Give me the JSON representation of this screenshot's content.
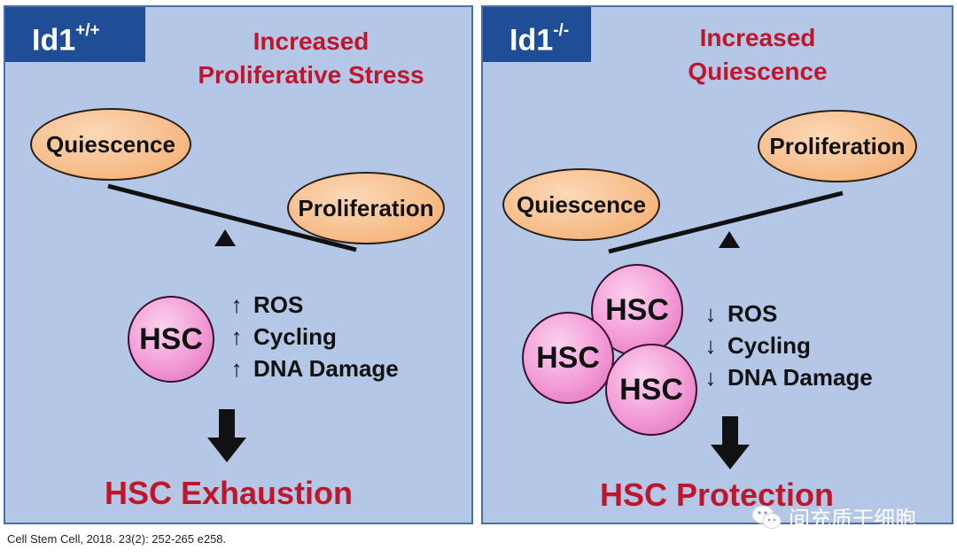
{
  "left": {
    "label_main": "Id1",
    "label_sup": "+/+",
    "heading_line1": "Increased",
    "heading_line2": "Proliferative Stress",
    "oval_left": "Quiescence",
    "oval_right": "Proliferation",
    "hsc": "HSC",
    "effects": [
      {
        "dir": "↑",
        "label": "ROS"
      },
      {
        "dir": "↑",
        "label": "Cycling"
      },
      {
        "dir": "↑",
        "label": "DNA Damage"
      }
    ],
    "result": "HSC Exhaustion"
  },
  "right": {
    "label_main": "Id1",
    "label_sup": "-/-",
    "heading_line1": "Increased",
    "heading_line2": "Quiescence",
    "oval_left": "Quiescence",
    "oval_right": "Proliferation",
    "hsc": [
      "HSC",
      "HSC",
      "HSC"
    ],
    "effects": [
      {
        "dir": "↓",
        "label": "ROS"
      },
      {
        "dir": "↓",
        "label": "Cycling"
      },
      {
        "dir": "↓",
        "label": "DNA Damage"
      }
    ],
    "result": "HSC Protection"
  },
  "citation": "Cell Stem Cell, 2018. 23(2): 252-265 e258.",
  "watermark": "间充质干细胞",
  "colors": {
    "panel_bg": "#b4c7e7",
    "tag_bg": "#1f4e96",
    "heading_red": "#c0162c",
    "oval_fill": "#f6b882",
    "hsc_fill": "#f39ad6"
  }
}
